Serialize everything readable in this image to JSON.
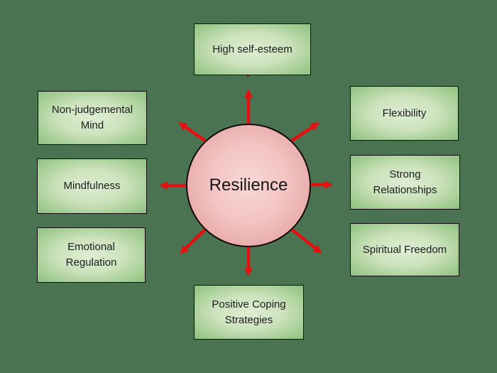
{
  "diagram": {
    "title": "Resilience mind map",
    "center": {
      "label": "Resilience"
    },
    "nodes": [
      {
        "id": "high-self-esteem",
        "label": "High self-esteem",
        "position": "top"
      },
      {
        "id": "flexibility",
        "label": "Flexibility",
        "position": "right-top"
      },
      {
        "id": "strong-relationships",
        "label": "Strong Relationships",
        "position": "right-middle"
      },
      {
        "id": "spiritual-freedom",
        "label": "Spiritual Freedom",
        "position": "right-bottom"
      },
      {
        "id": "positive-coping-strategies",
        "label": "Positive Coping Strategies",
        "position": "bottom"
      },
      {
        "id": "emotional-regulation",
        "label": "Emotional Regulation",
        "position": "left-bottom"
      },
      {
        "id": "mindfulness",
        "label": "Mindfulness",
        "position": "left-middle"
      },
      {
        "id": "non-judgemental-mind",
        "label": "Non-judgemental Mind",
        "position": "left-top"
      }
    ],
    "arrow_directions": [
      "N",
      "NE",
      "E",
      "SE",
      "S",
      "SW",
      "W",
      "NW"
    ],
    "colors": {
      "background": "#4a7352",
      "node_fill_light": "#ddeed3",
      "node_fill_dark": "#8fc081",
      "node_border": "#0d0d0d",
      "center_fill_light": "#f8d8d6",
      "center_fill_dark": "#dc9a97",
      "arrow": "#e51111",
      "connector_tip": "#7a150e",
      "text": "#1d1d1d"
    }
  }
}
